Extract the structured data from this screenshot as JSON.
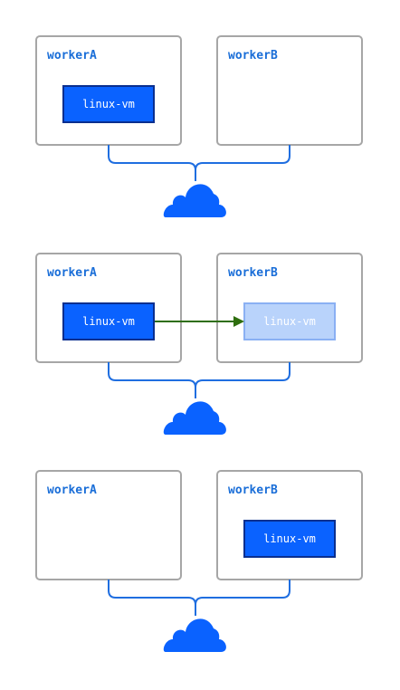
{
  "colors": {
    "node_border": "#a6a6a6",
    "label": "#1a6ed8",
    "vm_fill": "#0a62ff",
    "vm_border": "#0a2f8f",
    "vm_text": "#ffffff",
    "ghost_fill": "#b9d3fb",
    "ghost_border": "#8ab0f3",
    "ghost_text": "#ffffff",
    "link": "#1f6ee0",
    "cloud": "#0a62ff",
    "arrow": "#2e6e0e"
  },
  "stages": [
    {
      "worker_a": {
        "label": "workerA",
        "vm": "linux-vm"
      },
      "worker_b": {
        "label": "workerB"
      }
    },
    {
      "worker_a": {
        "label": "workerA",
        "vm": "linux-vm"
      },
      "worker_b": {
        "label": "workerB",
        "ghost_vm": "linux-vm"
      },
      "migration_arrow": true
    },
    {
      "worker_a": {
        "label": "workerA"
      },
      "worker_b": {
        "label": "workerB",
        "vm": "linux-vm"
      }
    }
  ],
  "cloud_icon": "cloud-icon"
}
